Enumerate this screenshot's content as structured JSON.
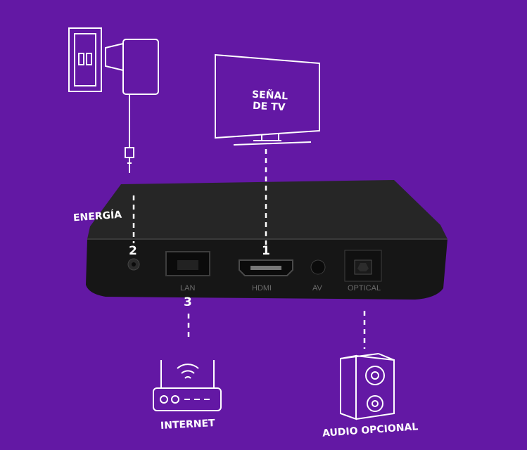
{
  "diagram": {
    "tv_label_line1": "SEÑAL",
    "tv_label_line2": "DE TV",
    "power_label": "ENERGÍA",
    "internet_label": "INTERNET",
    "audio_label": "AUDIO OPCIONAL",
    "ports": {
      "lan": "LAN",
      "hdmi": "HDMI",
      "av": "AV",
      "optical": "OPTICAL"
    },
    "numbers": {
      "power": "2",
      "hdmi": "1",
      "lan": "3"
    },
    "colors": {
      "background": "#6318a4",
      "line": "#ffffff",
      "device": "#1c1c1c"
    },
    "icons": [
      "wall-outlet-icon",
      "power-adapter-icon",
      "tv-icon",
      "router-icon",
      "speaker-icon"
    ]
  }
}
